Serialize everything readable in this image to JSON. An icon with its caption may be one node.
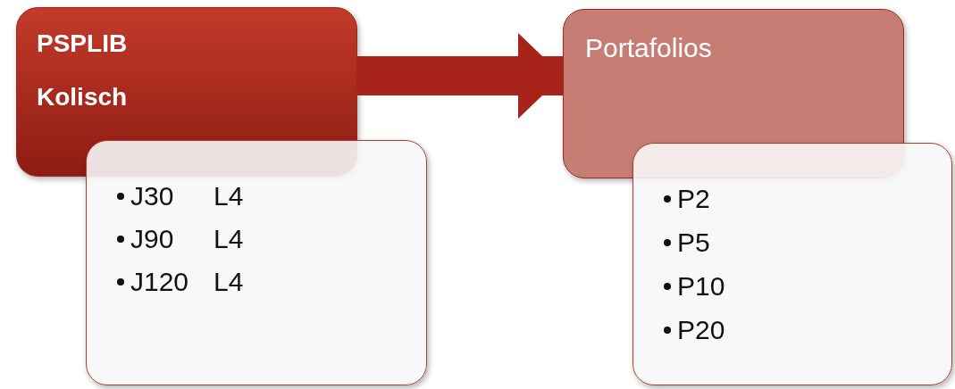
{
  "diagram": {
    "nodes": [
      {
        "text": [
          "PSPLIB",
          "Kolisch"
        ]
      },
      {
        "text": [
          "J30",
          "L4",
          "J90",
          "L4",
          "J120",
          "L4"
        ]
      },
      {
        "text": [
          "Portafolios"
        ]
      },
      {
        "text": [
          "P2",
          "P5",
          "P10",
          "P20"
        ]
      }
    ],
    "edges": [
      {
        "from": 0,
        "to": 2,
        "arrow": "to"
      }
    ]
  }
}
